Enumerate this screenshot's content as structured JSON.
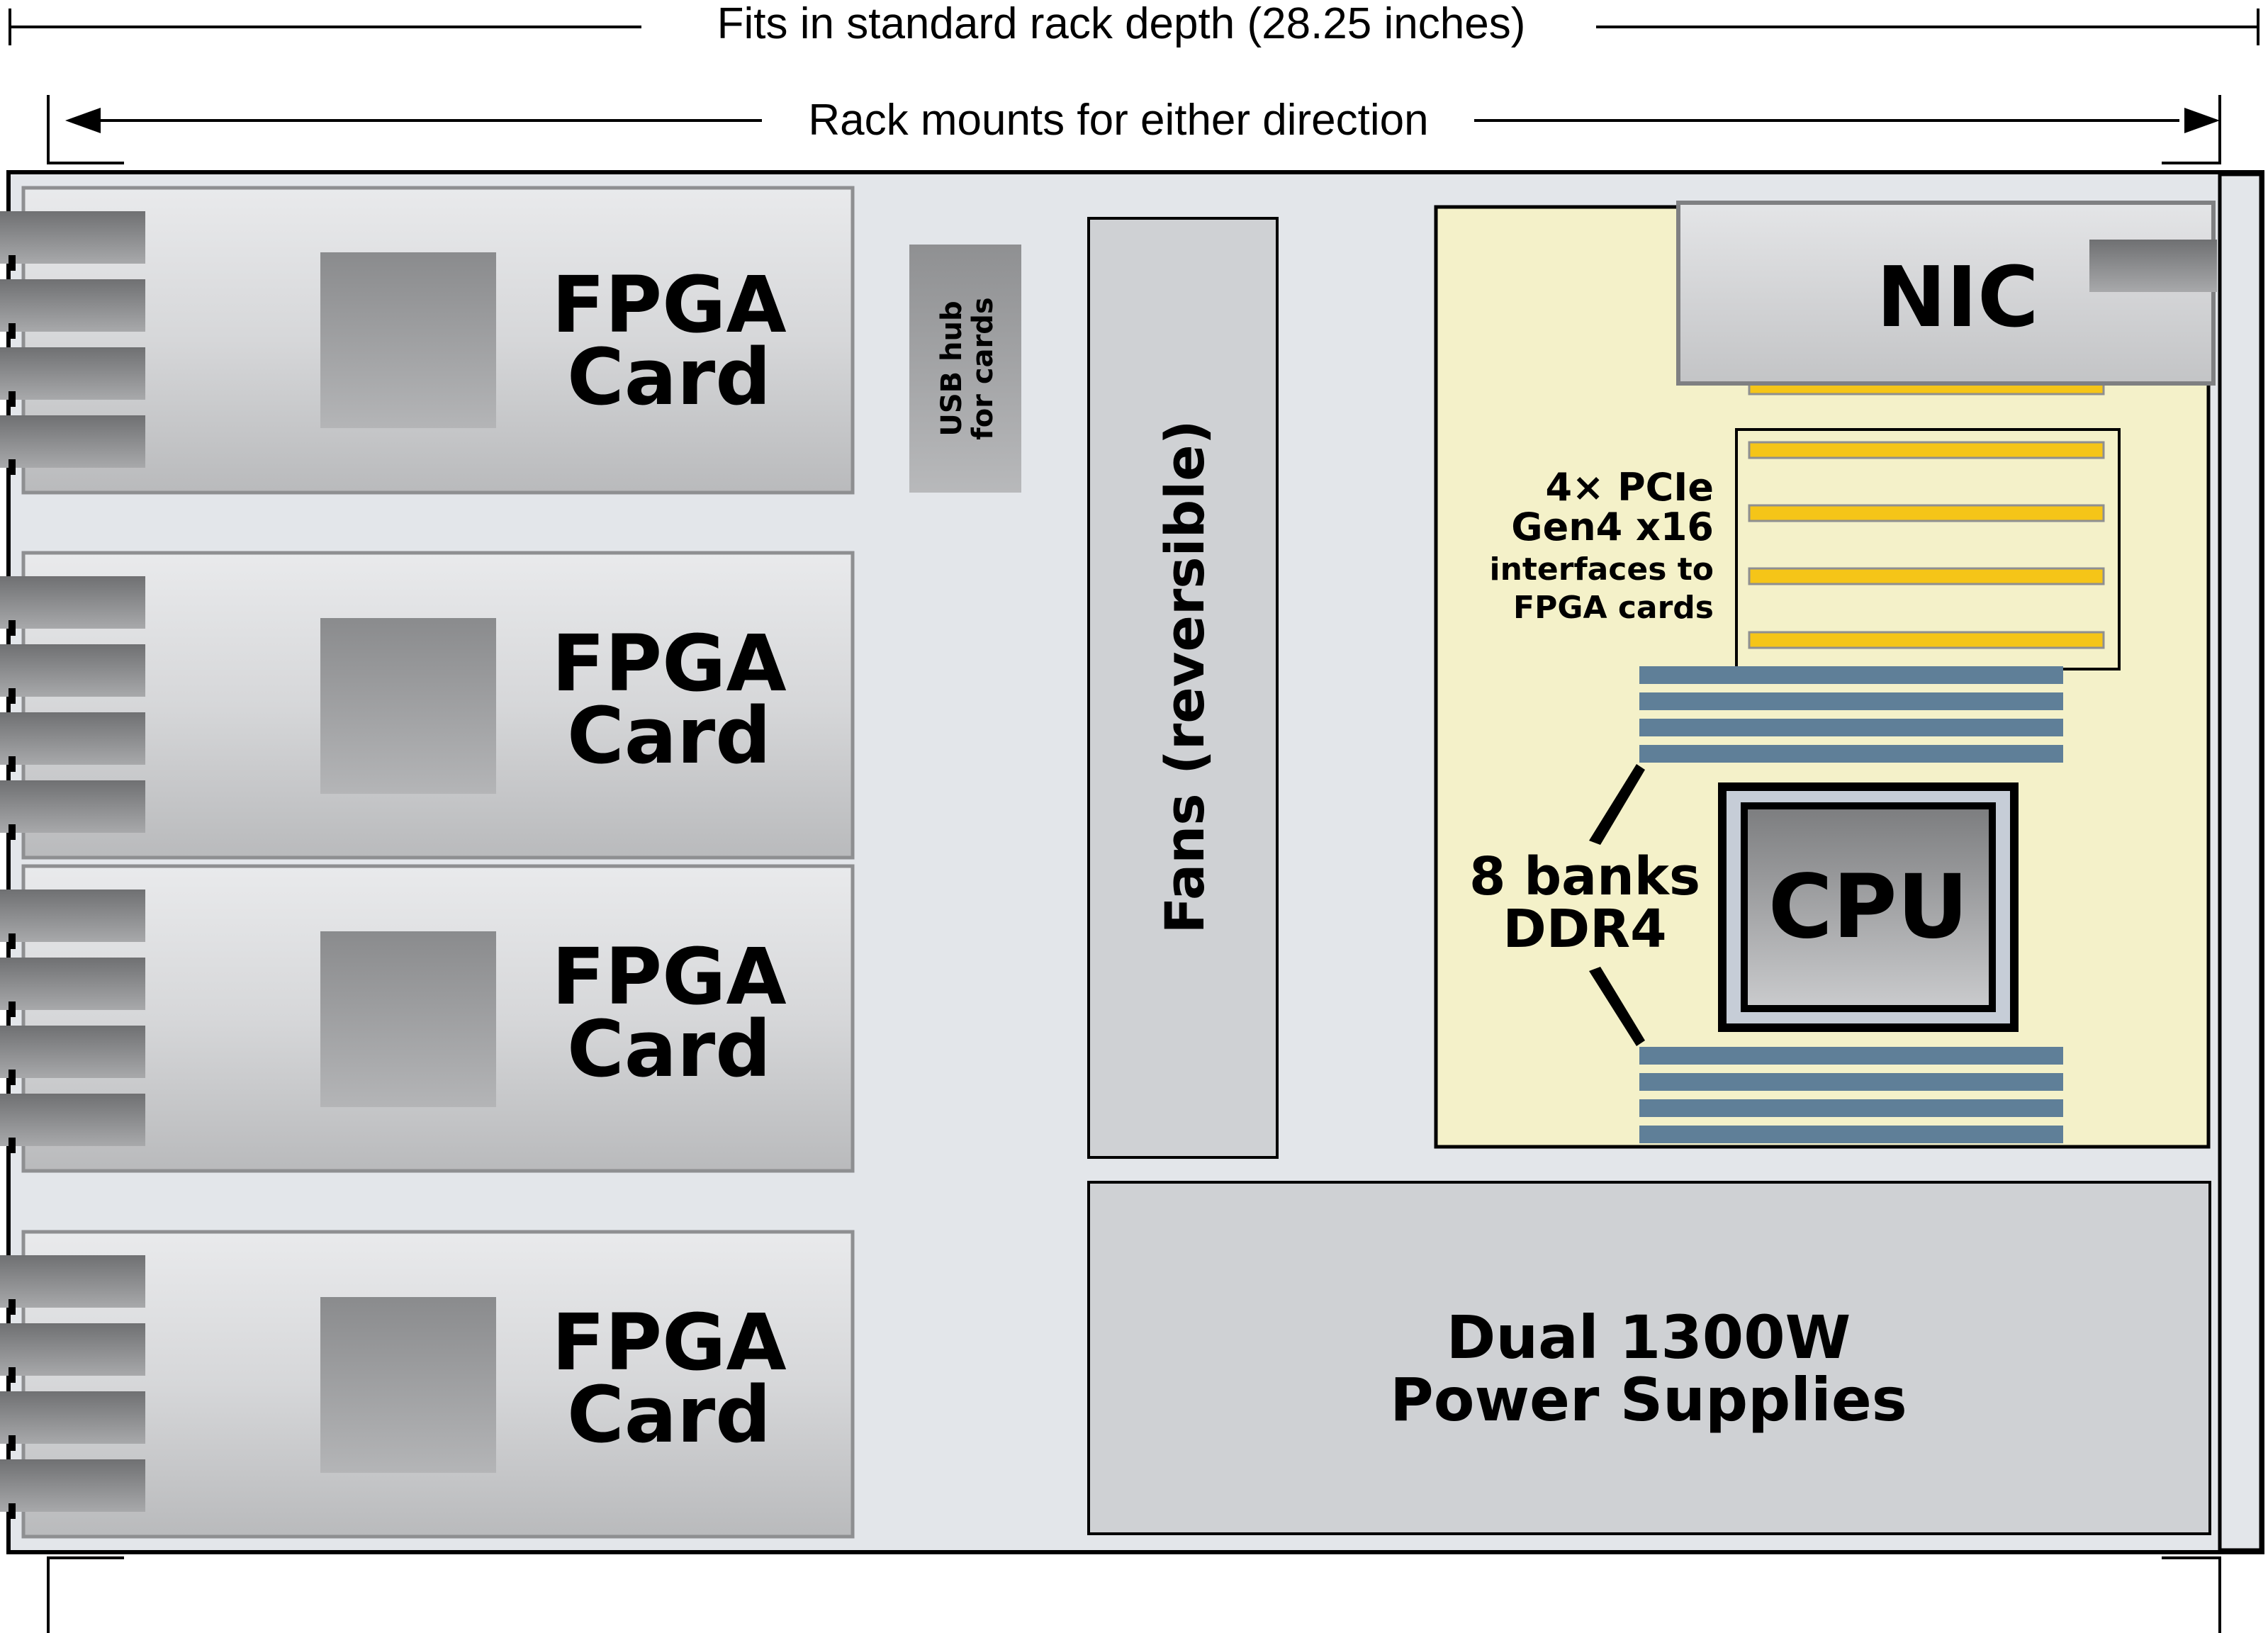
{
  "dimensions": {
    "depth_label": "Fits in standard rack depth (28.25 inches)",
    "mount_label": "Rack mounts for either direction"
  },
  "fpga_cards": [
    {
      "line1": "FPGA",
      "line2": "Card"
    },
    {
      "line1": "FPGA",
      "line2": "Card"
    },
    {
      "line1": "FPGA",
      "line2": "Card"
    },
    {
      "line1": "FPGA",
      "line2": "Card"
    }
  ],
  "usb_hub": {
    "line1": "USB hub",
    "line2": "for cards"
  },
  "fans": {
    "label": "Fans (reversible)"
  },
  "nic": {
    "label": "NIC"
  },
  "pcie": {
    "line1": "4× PCIe",
    "line2": "Gen4 x16",
    "line3": "interfaces to",
    "line4": "FPGA cards"
  },
  "memory": {
    "line1": "8 banks",
    "line2": "DDR4"
  },
  "cpu": {
    "label": "CPU"
  },
  "power": {
    "line1": "Dual 1300W",
    "line2": "Power Supplies"
  },
  "colors": {
    "chassis_fill": "#e3e6ea",
    "motherboard_fill": "#f4f1c9",
    "pcie_slot": "#f5c518",
    "dimm": "#5f7f98",
    "panel_gray": "#cfd1d4"
  }
}
